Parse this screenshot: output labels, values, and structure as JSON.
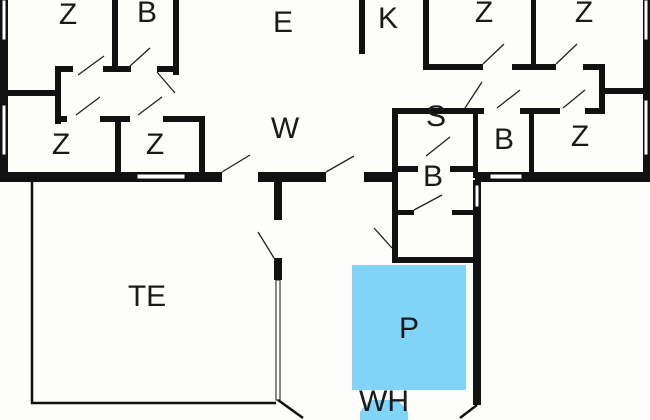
{
  "plan": {
    "rooms": {
      "z1": "Z",
      "b1": "B",
      "e": "E",
      "k": "K",
      "z2": "Z",
      "z3": "Z",
      "z4": "Z",
      "z5": "Z",
      "w": "W",
      "s": "S",
      "b2": "B",
      "z6": "Z",
      "b3": "B",
      "te": "TE",
      "p": "P",
      "wh": "WH"
    },
    "colors": {
      "pool": "#80d4f7",
      "wall": "#111111",
      "floor": "#fdfdf9"
    }
  }
}
